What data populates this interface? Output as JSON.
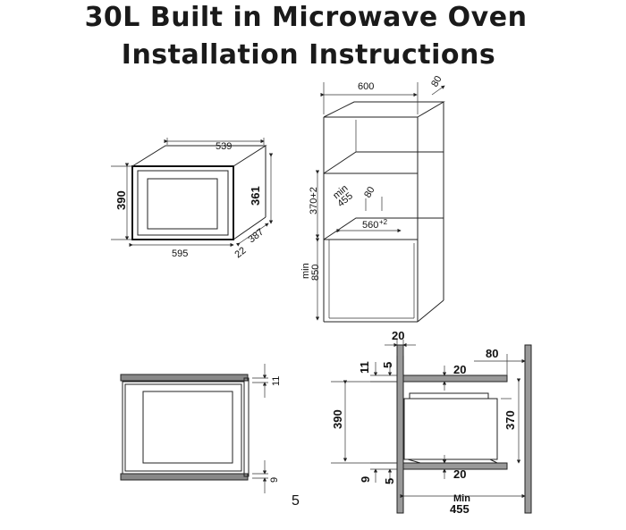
{
  "title_line1": "30L Built in Microwave Oven",
  "title_line2": "Installation Instructions",
  "page_number": "5",
  "oven_iso": {
    "width": "539",
    "front_width": "595",
    "height": "390",
    "inner_height": "361",
    "depth": "387",
    "front_offset": "22"
  },
  "cabinet": {
    "width": "600",
    "top_depth": "80",
    "opening_height": "370+2",
    "min_depth_label": "min",
    "min_depth": "455",
    "gap": "80",
    "opening_width": "560",
    "opening_width_tol": "+2",
    "base_min_label": "min",
    "base_height": "850"
  },
  "front_view": {
    "top_gap": "11",
    "bottom_gap": "9"
  },
  "side_view": {
    "wall": "20",
    "rear_gap": "80",
    "top_gap": "11",
    "top_offset": "5",
    "top_shelf": "20",
    "height": "390",
    "inner_height": "370",
    "bottom_gap": "9",
    "bottom_offset": "5",
    "bottom_shelf": "20",
    "min_label": "Min",
    "min_depth": "455"
  }
}
